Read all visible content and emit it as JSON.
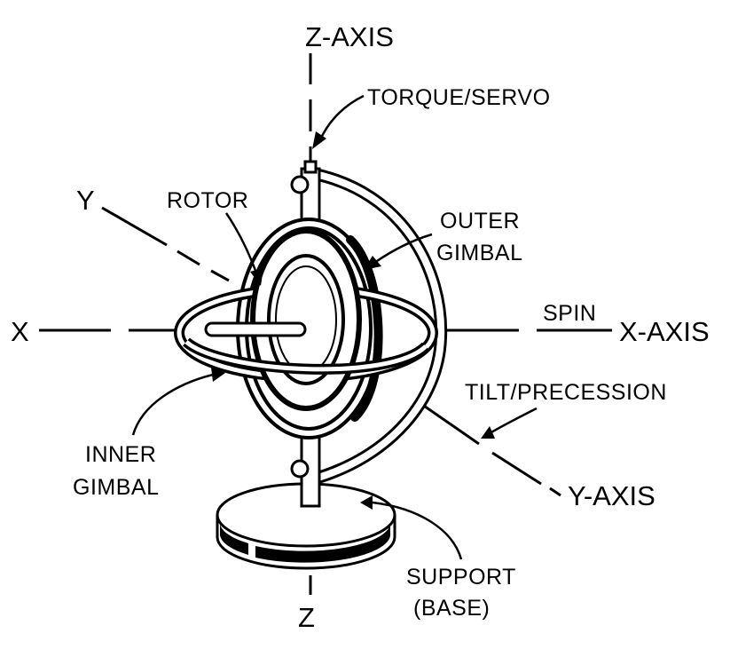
{
  "labels": {
    "z_axis_top": "Z-AXIS",
    "z_bottom": "Z",
    "x_left": "X",
    "x_axis": "X-AXIS",
    "spin": "SPIN",
    "y_top": "Y",
    "y_axis": "Y-AXIS",
    "torque_servo": "TORQUE/SERVO",
    "rotor": "ROTOR",
    "outer_gimbal_1": "OUTER",
    "outer_gimbal_2": "GIMBAL",
    "inner_gimbal_1": "INNER",
    "inner_gimbal_2": "GIMBAL",
    "tilt_precession": "TILT/PRECESSION",
    "support_1": "SUPPORT",
    "support_2": "(BASE)"
  },
  "colors": {
    "ink": "#000000",
    "paper": "#ffffff"
  }
}
